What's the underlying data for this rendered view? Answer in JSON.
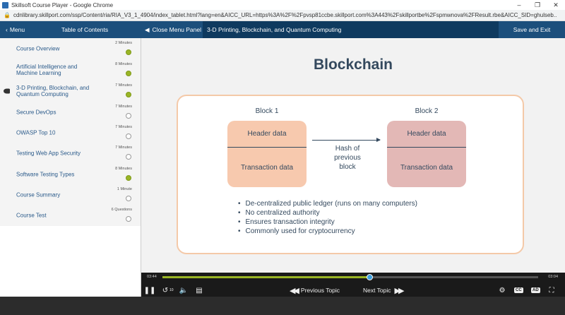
{
  "window": {
    "title": "Skillsoft Course Player - Google Chrome",
    "url": "cdnlibrary.skillport.com/ssp/Content/ria/RIA_V3_1_4904/index_tablet.html?lang=en&AICC_URL=https%3A%2F%2Fpvsp81ccbe.skillport.com%3A443%2Fskillportbe%2Fspmwnova%2FResult.rbe&AICC_SID=ghulseb..."
  },
  "header": {
    "menu_label": "Menu",
    "toc_label": "Table of Contents",
    "close_panel_label": "Close Menu Panel",
    "course_title": "3-D Printing, Blockchain, and Quantum Computing",
    "save_exit_label": "Save and Exit"
  },
  "toc": [
    {
      "label": "Course Overview",
      "duration": "2 Minutes",
      "completed": true,
      "current": false
    },
    {
      "label": "Artificial Intelligence and Machine Learning",
      "duration": "8 Minutes",
      "completed": true,
      "current": false
    },
    {
      "label": "3-D Printing, Blockchain, and Quantum Computing",
      "duration": "7 Minutes",
      "completed": true,
      "current": true
    },
    {
      "label": "Secure DevOps",
      "duration": "7 Minutes",
      "completed": false,
      "current": false
    },
    {
      "label": "OWASP Top 10",
      "duration": "7 Minutes",
      "completed": false,
      "current": false
    },
    {
      "label": "Testing Web App Security",
      "duration": "7 Minutes",
      "completed": false,
      "current": false
    },
    {
      "label": "Software Testing Types",
      "duration": "8 Minutes",
      "completed": true,
      "current": false
    },
    {
      "label": "Course Summary",
      "duration": "1 Minute",
      "completed": false,
      "current": false
    },
    {
      "label": "Course Test",
      "duration": "6 Questions",
      "completed": false,
      "current": false
    }
  ],
  "slide": {
    "title": "Blockchain",
    "block1": {
      "label": "Block 1",
      "header": "Header data",
      "transaction": "Transaction data"
    },
    "block2": {
      "label": "Block 2",
      "header": "Header data",
      "transaction": "Transaction data"
    },
    "arrow_label": [
      "Hash of",
      "previous",
      "block"
    ],
    "bullets": [
      "De-centralized public ledger (runs on many computers)",
      "No centralized authority",
      "Ensures transaction integrity",
      "Commonly used for cryptocurrency"
    ]
  },
  "player": {
    "time_current": "03:44",
    "time_total": "03:04",
    "progress": 0.55,
    "previous_label": "Previous Topic",
    "next_label": "Next Topic",
    "rewind_label": "10",
    "cc_label": "CC",
    "ad_label": "AD"
  },
  "colors": {
    "header_bg": "#1c4f7c",
    "course_title_bg": "#0f3a5f",
    "completed": "#9ab526",
    "block1": "#f7c9ae",
    "block2": "#e3b8b6",
    "scrub_thumb": "#3da1e0"
  }
}
